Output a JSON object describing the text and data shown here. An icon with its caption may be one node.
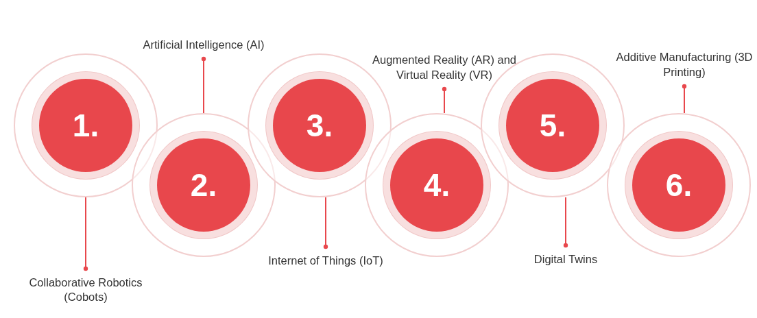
{
  "diagram": {
    "nodes": [
      {
        "text": [
          "1."
        ]
      },
      {
        "text": [
          "2."
        ]
      },
      {
        "text": [
          "3."
        ]
      },
      {
        "text": [
          "4."
        ]
      },
      {
        "text": [
          "5."
        ]
      },
      {
        "text": [
          "6."
        ]
      },
      {
        "text": [
          "Collaborative Robotics (Cobots)"
        ]
      },
      {
        "text": [
          "Artificial Intelligence (AI)"
        ]
      },
      {
        "text": [
          "Internet of Things (IoT)"
        ]
      },
      {
        "text": [
          "Augmented Reality (AR) and Virtual Reality (VR)"
        ]
      },
      {
        "text": [
          "Digital Twins"
        ]
      },
      {
        "text": [
          "Additive Manufacturing (3D Printing)"
        ]
      }
    ],
    "edges": [
      {
        "from": 0,
        "to": 6,
        "arrow": "other"
      },
      {
        "from": 1,
        "to": 7,
        "arrow": "other"
      },
      {
        "from": 2,
        "to": 8,
        "arrow": "other"
      },
      {
        "from": 3,
        "to": 9,
        "arrow": "other"
      },
      {
        "from": 4,
        "to": 10,
        "arrow": "other"
      },
      {
        "from": 5,
        "to": 11,
        "arrow": "other"
      }
    ]
  }
}
